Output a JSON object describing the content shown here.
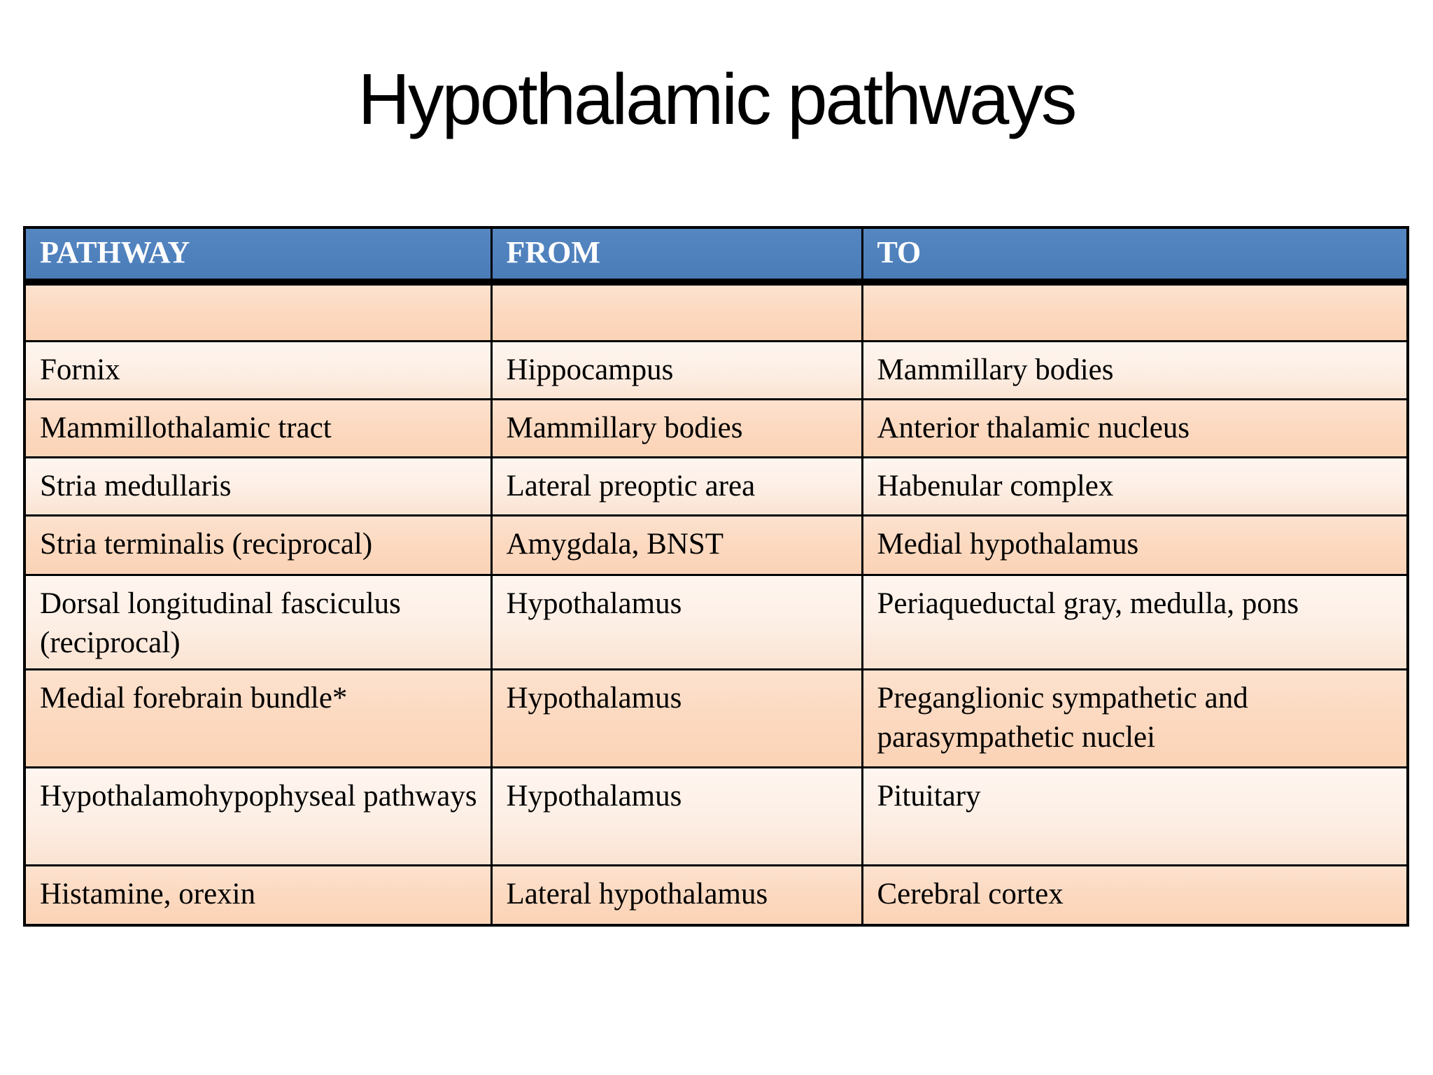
{
  "slide": {
    "title": "Hypothalamic pathways"
  },
  "table": {
    "headers": [
      "PATHWAY",
      "FROM",
      "TO"
    ],
    "rows": [
      [
        "",
        "",
        ""
      ],
      [
        "Fornix",
        "Hippocampus",
        "Mammillary bodies"
      ],
      [
        "Mammillothalamic tract",
        "Mammillary bodies",
        "Anterior thalamic nucleus"
      ],
      [
        "Stria medullaris",
        "Lateral preoptic area",
        "Habenular complex"
      ],
      [
        "Stria terminalis (reciprocal)",
        "Amygdala, BNST",
        "Medial hypothalamus"
      ],
      [
        "Dorsal longitudinal fasciculus (reciprocal)",
        "Hypothalamus",
        "Periaqueductal gray, medulla, pons"
      ],
      [
        "Medial forebrain bundle*",
        "Hypothalamus",
        "Preganglionic sympathetic and parasympathetic nuclei"
      ],
      [
        "Hypothalamohypophyseal pathways",
        "Hypothalamus",
        "Pituitary"
      ],
      [
        "Histamine, orexin",
        "Lateral hypothalamus",
        "Cerebral cortex"
      ]
    ]
  },
  "colors": {
    "header_background": "#4F81BD",
    "header_text": "#FFFFFF",
    "row_dark_peach": "#FBD5B8",
    "row_light_peach": "#FDEFE5",
    "border": "#000000",
    "title_text": "#000000",
    "slide_background": "#FFFFFF"
  }
}
